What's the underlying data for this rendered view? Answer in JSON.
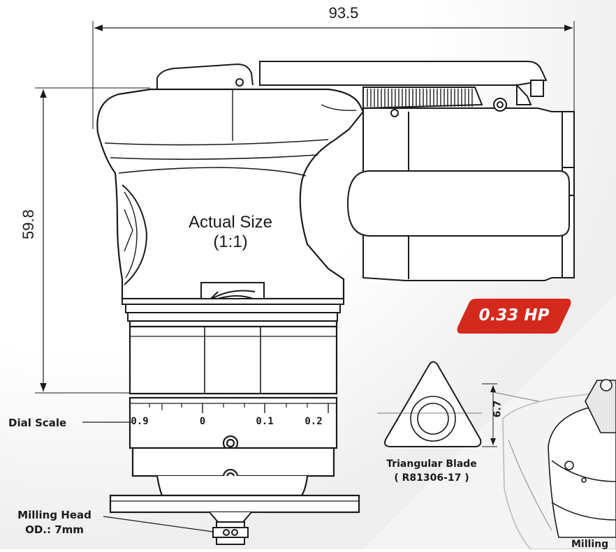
{
  "dimensions": {
    "width_label": "93.5",
    "height_label": "59.8",
    "blade_size_label": "6.7"
  },
  "center_label": {
    "line1": "Actual Size",
    "line2": "(1:1)"
  },
  "badge": {
    "text": "0.33 HP",
    "color": "#d42a1e"
  },
  "dial": {
    "label": "Dial Scale",
    "ticks": [
      "0.9",
      "0",
      "0.1",
      "0.2"
    ]
  },
  "milling_head": {
    "line1": "Milling Head",
    "line2": "OD.: 7mm"
  },
  "blade": {
    "line1": "Triangular Blade",
    "line2": "( R81306-17 )"
  },
  "cut_off_label": "Milling",
  "colors": {
    "line": "#1a1a1a",
    "accent": "#d42a1e",
    "shadow": "#e4e4e4"
  }
}
